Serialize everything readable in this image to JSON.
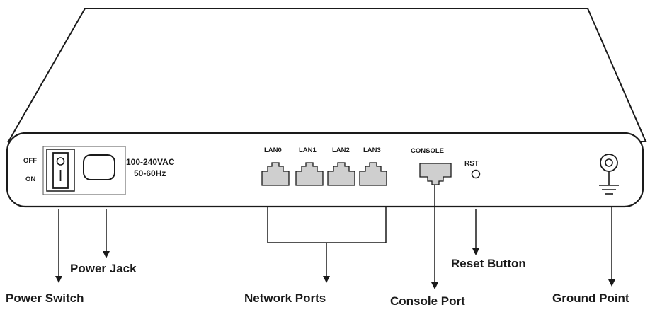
{
  "switch_labels": {
    "off": "OFF",
    "on": "ON"
  },
  "power_rating": {
    "voltage": "100-240VAC",
    "frequency": "50-60Hz"
  },
  "lan_ports": [
    "LAN0",
    "LAN1",
    "LAN2",
    "LAN3"
  ],
  "console_label": "CONSOLE",
  "reset_label": "RST",
  "callouts": {
    "power_switch": "Power Switch",
    "power_jack": "Power Jack",
    "network_ports": "Network Ports",
    "console_port": "Console Port",
    "reset_button": "Reset Button",
    "ground_point": "Ground Point"
  },
  "colors": {
    "outline": "#1a1a1a",
    "port_fill": "#cfcfcf",
    "background": "#ffffff"
  }
}
